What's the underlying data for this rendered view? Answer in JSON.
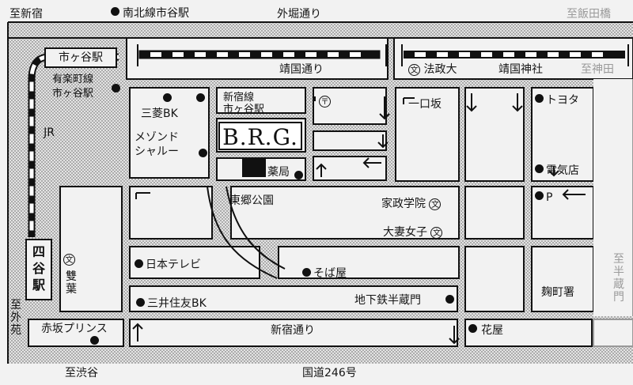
{
  "labels": {
    "to_shinjuku": "至新宿",
    "namboku_ichigaya": "南北線市谷駅",
    "sotobori": "外堀通り",
    "to_iidabashi": "至飯田橋",
    "ichigaya_station": "市ヶ谷駅",
    "yurakucho_line": "有楽町線",
    "yurakucho_station": "市ヶ谷駅",
    "yasukuni": "靖国通り",
    "hosei": "法政大",
    "yasukuni_shrine": "靖国神社",
    "to_kudan": "至神田",
    "mitsubishi": "三菱BK",
    "shinjuku_line": "新宿線",
    "shinjuku_line_station": "市ヶ谷駅",
    "ichiguchizaka": "一口坂",
    "toyota": "トヨタ",
    "maison": "メゾンド",
    "chalet": "シャルー",
    "brg": "B.R.G.",
    "yakkyoku": "薬局",
    "jr": "JR",
    "denkiten": "電気店",
    "togo_park": "東郷公園",
    "kasei_gakuin": "家政学院",
    "parking": "P",
    "otsuma": "大妻女子",
    "yotsuya_station": "四谷駅",
    "futaba": "雙葉",
    "nihon_tv": "日本テレビ",
    "sobaya": "そば屋",
    "kojimachi_police": "麹町署",
    "to_hanzomon": "至半蔵門",
    "mitsui": "三井住友BK",
    "hanzomon_station": "地下鉄半蔵門",
    "to_gaien": "至外苑",
    "akasaka_prince": "赤坂プリンス",
    "shinjuku_dori": "新宿通り",
    "hanaya": "花屋",
    "to_shibuya": "至渋谷",
    "route246": "国道246号",
    "school_symbol": "文",
    "post_symbol": "〒"
  }
}
